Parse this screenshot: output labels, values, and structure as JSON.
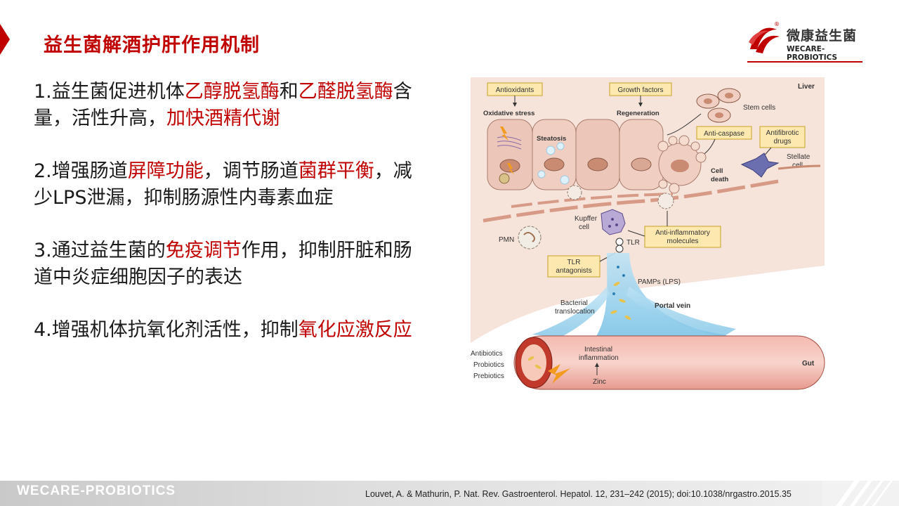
{
  "slide": {
    "title": "益生菌解酒护肝作用机制",
    "points": [
      {
        "segments": [
          {
            "text": "1.益生菌促进机体",
            "highlight": false
          },
          {
            "text": "乙醇脱氢酶",
            "highlight": true
          },
          {
            "text": "和",
            "highlight": false
          },
          {
            "text": "乙醛脱氢酶",
            "highlight": true
          },
          {
            "text": "含量，活性升高，",
            "highlight": false
          },
          {
            "text": "加快酒精代谢",
            "highlight": true
          }
        ]
      },
      {
        "segments": [
          {
            "text": "2.增强肠道",
            "highlight": false
          },
          {
            "text": "屏障功能",
            "highlight": true
          },
          {
            "text": "，调节肠道",
            "highlight": false
          },
          {
            "text": "菌群平衡",
            "highlight": true
          },
          {
            "text": "，减少LPS泄漏，抑制肠源性内毒素血症",
            "highlight": false
          }
        ]
      },
      {
        "segments": [
          {
            "text": "3.通过益生菌的",
            "highlight": false
          },
          {
            "text": "免疫调节",
            "highlight": true
          },
          {
            "text": "作用，抑制肝脏和肠道中炎症细胞因子的表达",
            "highlight": false
          }
        ]
      },
      {
        "segments": [
          {
            "text": "4.增强机体抗氧化剂活性，抑制",
            "highlight": false
          },
          {
            "text": "氧化应激反应",
            "highlight": true
          }
        ]
      }
    ],
    "citation": "Louvet, A. & Mathurin, P. Nat. Rev. Gastroenterol. Hepatol. 12, 231–242 (2015); doi:10.1038/nrgastro.2015.35"
  },
  "logo": {
    "name_cn": "微康益生菌",
    "name_en": "WECARE-PROBIOTICS",
    "reg_mark": "®"
  },
  "footer": {
    "brand": "WECARE-PROBIOTICS"
  },
  "figure": {
    "liver": "Liver",
    "antioxidants": "Antioxidants",
    "oxidative_stress": "Oxidative stress",
    "growth_factors": "Growth factors",
    "regeneration": "Regeneration",
    "stem_cells": "Stem cells",
    "steatosis": "Steatosis",
    "anti_caspase": "Anti-caspase",
    "antifibrotic_1": "Antifibrotic",
    "antifibrotic_2": "drugs",
    "stellate_1": "Stellate",
    "stellate_2": "cell",
    "cell_death_1": "Cell",
    "cell_death_2": "death",
    "kupffer_1": "Kupffer",
    "kupffer_2": "cell",
    "pmn": "PMN",
    "tlr": "TLR",
    "anti_inflam_1": "Anti-inflammatory",
    "anti_inflam_2": "molecules",
    "tlr_antag_1": "TLR",
    "tlr_antag_2": "antagonists",
    "pamps": "PAMPs (LPS)",
    "bacterial_1": "Bacterial",
    "bacterial_2": "translocation",
    "portal_vein": "Portal vein",
    "antibiotics": "Antibiotics",
    "probiotics": "Probiotics",
    "prebiotics": "Prebiotics",
    "intestinal_1": "Intestinal",
    "intestinal_2": "inflammation",
    "zinc": "Zinc",
    "gut": "Gut"
  },
  "colors": {
    "accent": "#c00000",
    "label_box": "#fde9b0",
    "label_border": "#c9a227",
    "liver_bg": "#f6e3d9",
    "vein": "#7cc3e6"
  }
}
